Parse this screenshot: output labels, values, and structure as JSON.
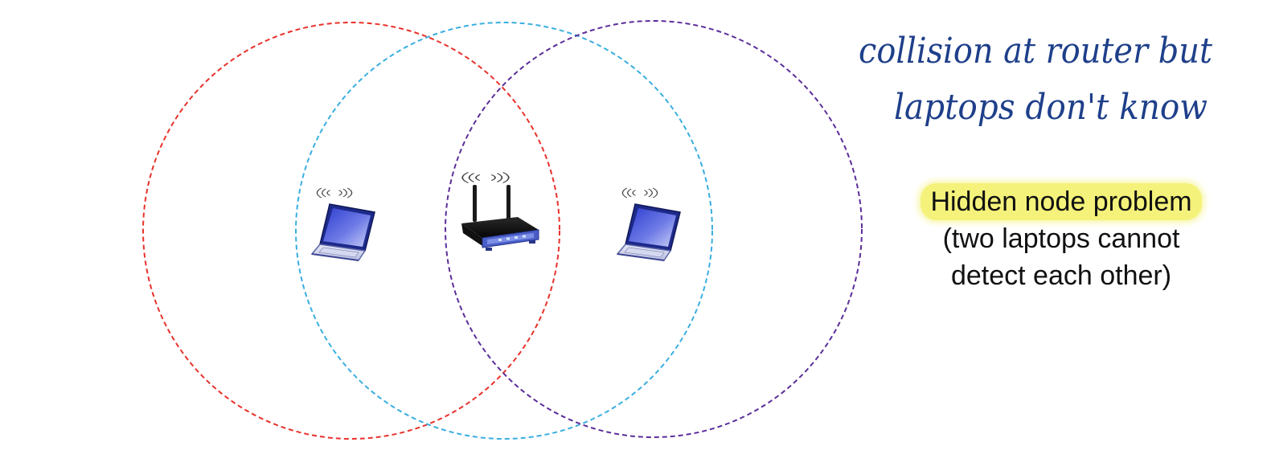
{
  "handwritten_note": {
    "line1": "collision at router but",
    "line2": "laptops don't know",
    "color": "#1e3f8a"
  },
  "caption": {
    "title": "Hidden node problem",
    "line1": "(two laptops cannot",
    "line2": "detect each other)",
    "highlight_color": "#f4f27a"
  },
  "ranges": [
    {
      "id": "left-laptop-range",
      "color": "#e8322b"
    },
    {
      "id": "router-range",
      "color": "#3aaee0"
    },
    {
      "id": "right-laptop-range",
      "color": "#5b2e9a"
    }
  ],
  "devices": [
    {
      "id": "left-laptop",
      "icon": "laptop-icon"
    },
    {
      "id": "router",
      "icon": "wireless-router-icon"
    },
    {
      "id": "right-laptop",
      "icon": "laptop-icon"
    }
  ]
}
